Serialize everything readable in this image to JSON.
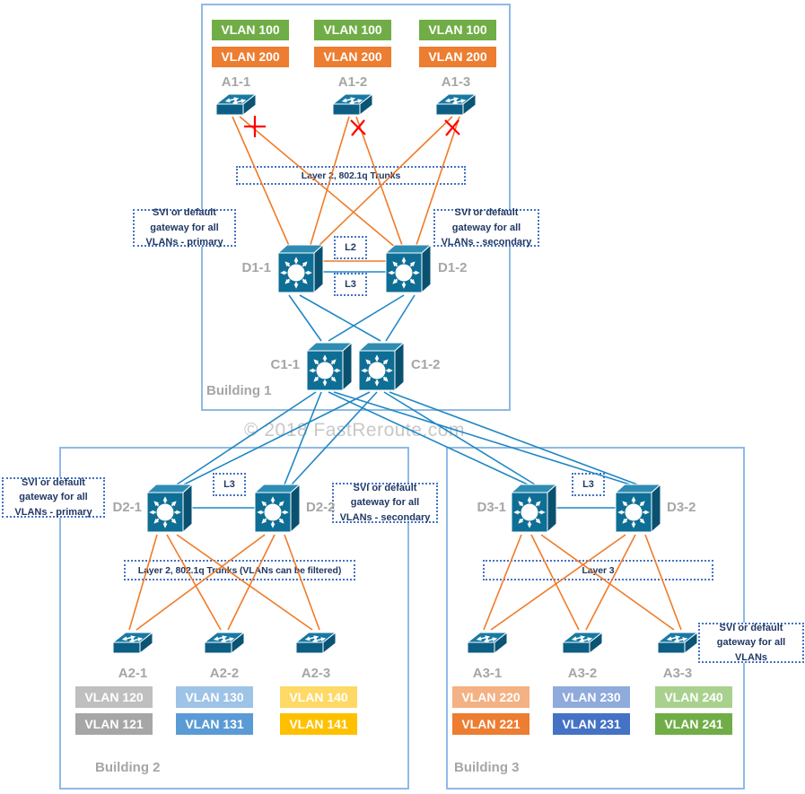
{
  "watermark": "© 2018 FastReroute.com",
  "colors": {
    "link_orange": "#F07B28",
    "link_blue": "#1F87C5",
    "building_border": "#8FB9E6",
    "annotation_border": "#4472C4",
    "annotation_text": "#203864",
    "switch_label_gray": "#A6A6A6",
    "switch_body_blue": "#0E6E95",
    "blocked_link_red": "#FF0000"
  },
  "building1": {
    "label": "Building 1",
    "vlan_columns": [
      {
        "top": "VLAN 100",
        "bottom": "VLAN 200",
        "top_color": "#70AD47",
        "bottom_color": "#ED7D31"
      },
      {
        "top": "VLAN 100",
        "bottom": "VLAN 200",
        "top_color": "#70AD47",
        "bottom_color": "#ED7D31"
      },
      {
        "top": "VLAN 100",
        "bottom": "VLAN 200",
        "top_color": "#70AD47",
        "bottom_color": "#ED7D31"
      }
    ],
    "access_switches": [
      "A1-1",
      "A1-2",
      "A1-3"
    ],
    "trunk_label": "Layer 2, 802.1q Trunks",
    "svi_primary": "SVI or default gateway for all VLANs - primary",
    "svi_secondary": "SVI or default gateway for all VLANs - secondary",
    "dist_switches": [
      "D1-1",
      "D1-2"
    ],
    "link_labels": {
      "l2": "L2",
      "l3": "L3"
    },
    "core_switches": [
      "C1-1",
      "C1-2"
    ]
  },
  "building2": {
    "label": "Building 2",
    "svi_primary": "SVI or default gateway for all VLANs - primary",
    "svi_secondary": "SVI or default gateway for all VLANs - secondary",
    "dist_switches": [
      "D2-1",
      "D2-2"
    ],
    "link_labels": {
      "l3": "L3"
    },
    "trunk_label": "Layer 2, 802.1q Trunks (VLANs can be filtered)",
    "access_switches": [
      "A2-1",
      "A2-2",
      "A2-3"
    ],
    "vlan_columns": [
      {
        "top": "VLAN 120",
        "bottom": "VLAN 121",
        "top_color": "#BFBFBF",
        "bottom_color": "#A6A6A6"
      },
      {
        "top": "VLAN 130",
        "bottom": "VLAN 131",
        "top_color": "#9DC3E6",
        "bottom_color": "#5B9BD5"
      },
      {
        "top": "VLAN 140",
        "bottom": "VLAN 141",
        "top_color": "#FFD966",
        "bottom_color": "#FFC000"
      }
    ]
  },
  "building3": {
    "label": "Building 3",
    "dist_switches": [
      "D3-1",
      "D3-2"
    ],
    "link_labels": {
      "l3": "L3"
    },
    "layer3_label": "Layer 3",
    "svi_all": "SVI or default gateway for all VLANs",
    "access_switches": [
      "A3-1",
      "A3-2",
      "A3-3"
    ],
    "vlan_columns": [
      {
        "top": "VLAN 220",
        "bottom": "VLAN 221",
        "top_color": "#F4B183",
        "bottom_color": "#ED7D31"
      },
      {
        "top": "VLAN 230",
        "bottom": "VLAN 231",
        "top_color": "#8FAADC",
        "bottom_color": "#4472C4"
      },
      {
        "top": "VLAN 240",
        "bottom": "VLAN 241",
        "top_color": "#A9D18E",
        "bottom_color": "#70AD47"
      }
    ]
  }
}
